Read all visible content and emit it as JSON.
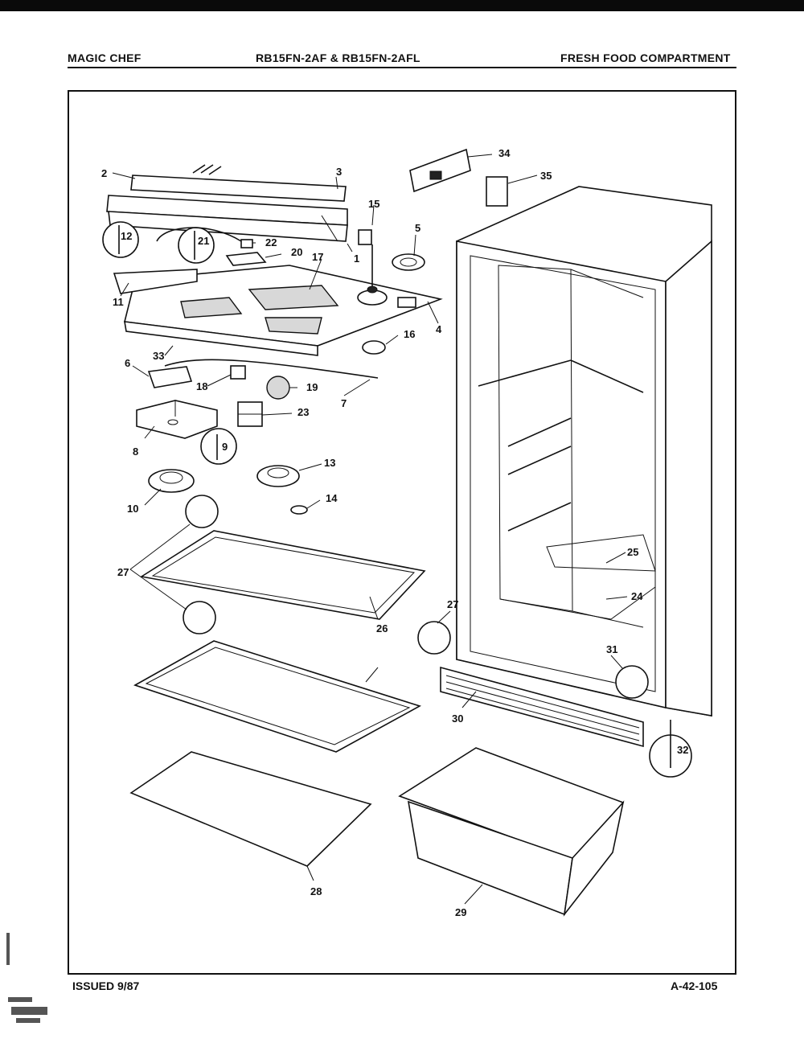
{
  "header": {
    "brand": "MAGIC CHEF",
    "models": "RB15FN-2AF & RB15FN-2AFL",
    "section": "FRESH FOOD COMPARTMENT"
  },
  "footer": {
    "issued": "ISSUED 9/87",
    "page_code": "A-42-105"
  },
  "callouts": [
    "1",
    "2",
    "3",
    "4",
    "5",
    "6",
    "7",
    "8",
    "9",
    "10",
    "11",
    "12",
    "13",
    "14",
    "15",
    "16",
    "17",
    "18",
    "19",
    "20",
    "21",
    "22",
    "23",
    "24",
    "25",
    "26",
    "27",
    "27",
    "28",
    "29",
    "30",
    "31",
    "32",
    "33",
    "34",
    "35"
  ]
}
